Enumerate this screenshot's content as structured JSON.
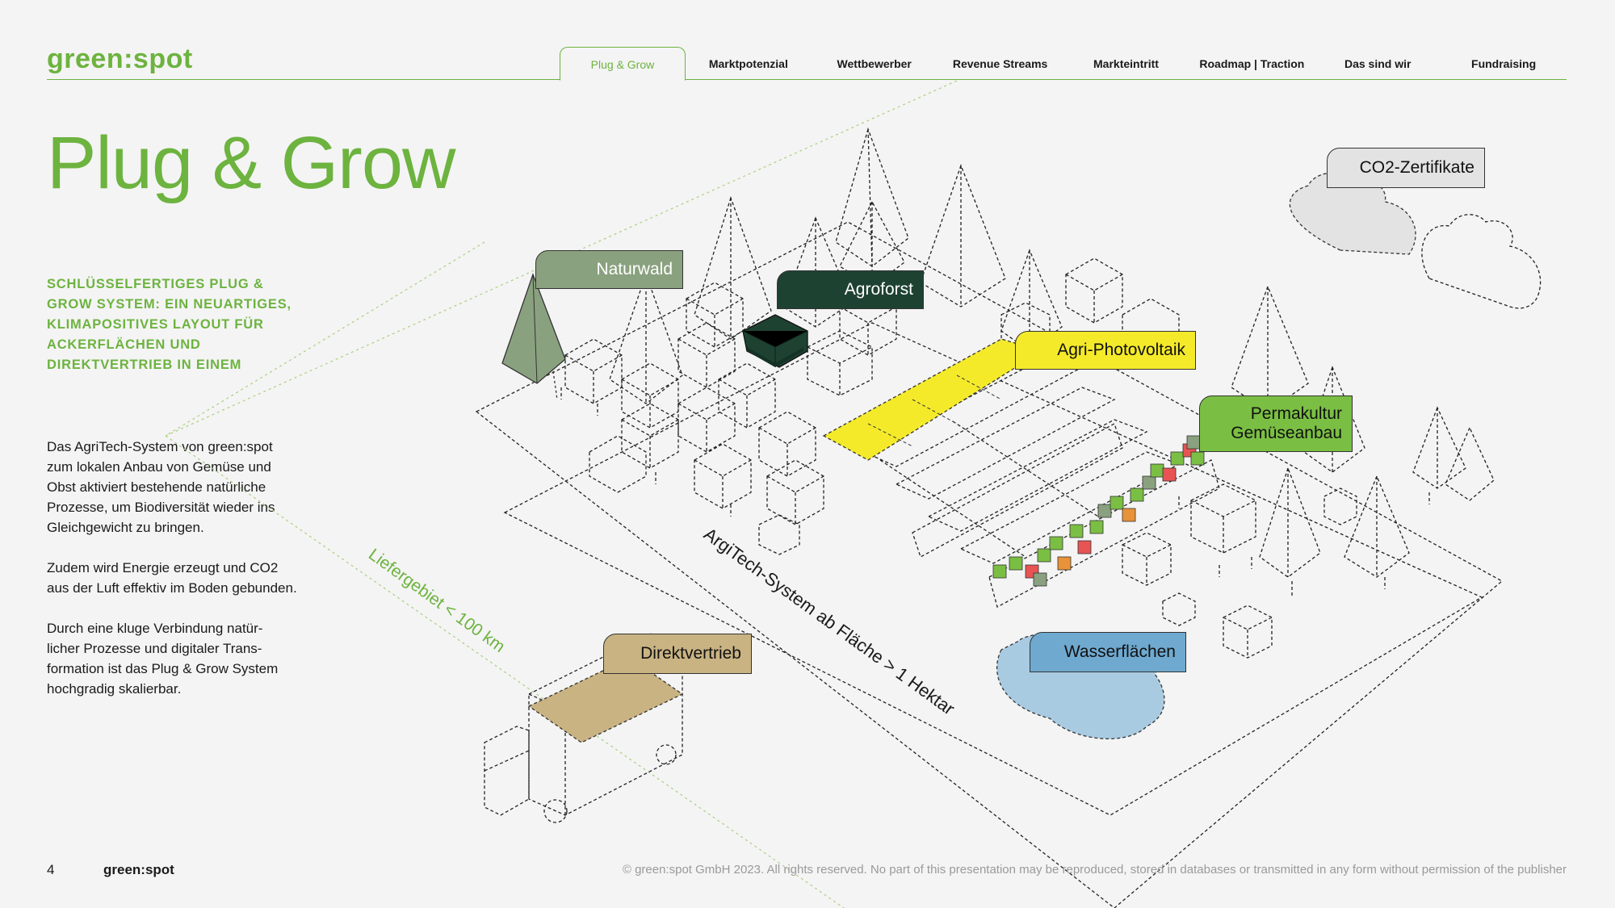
{
  "brand": {
    "logo": "green:spot"
  },
  "nav": {
    "tabs": [
      "Plug & Grow",
      "Marktpotenzial",
      "Wettbewerber",
      "Revenue Streams",
      "Markteintritt",
      "Roadmap | Traction",
      "Das sind wir",
      "Fundraising"
    ],
    "active_index": 0
  },
  "title": "Plug & Grow",
  "subheading": "SCHLÜSSELFERTIGES PLUG & GROW SYSTEM: EIN NEUARTIGES, KLIMAPOSITIVES LAYOUT FÜR ACKERFLÄCHEN UND DIREKTVERTRIEB IN EINEM",
  "paragraphs": [
    "Das AgriTech-System von green:spot zum lokalen Anbau von Gemüse und Obst aktiviert bestehende natürliche Prozesse, um Biodiversität wieder ins Gleichgewicht zu bringen.",
    "Zudem wird Energie erzeugt und CO2 aus der Luft effektiv im Boden gebunden.",
    "Durch eine kluge Verbindung natür-\nlicher Prozesse und digitaler Trans-\nformation ist das Plug & Grow System hochgradig skalierbar."
  ],
  "diagram": {
    "labels": {
      "naturwald": "Naturwald",
      "agroforst": "Agroforst",
      "photovoltaik": "Agri-Photovoltaik",
      "permakultur": "Permakultur\nGemüseanbau",
      "co2": "CO2-Zertifikate",
      "direktvertrieb": "Direktvertrieb",
      "wasser": "Wasserflächen"
    },
    "area_caption": "ArgiTech-System ab Fläche > 1 Hektar",
    "delivery_caption": "Liefergebiet < 100 km",
    "colors": {
      "brand_green": "#6db33f",
      "naturwald": "#8aa17f",
      "agroforst": "#1e4232",
      "photovoltaik": "#f4ea2a",
      "permakultur": "#7abf43",
      "direktvertrieb": "#c9b382",
      "wasser": "#6fa9cf",
      "co2": "#e3e3e3"
    }
  },
  "footer": {
    "page_number": "4",
    "brand": "green:spot",
    "copyright": "© green:spot GmbH 2023. All rights reserved. No part of this presentation may be reproduced, stored in databases or transmitted in any form without permission of the publisher"
  }
}
